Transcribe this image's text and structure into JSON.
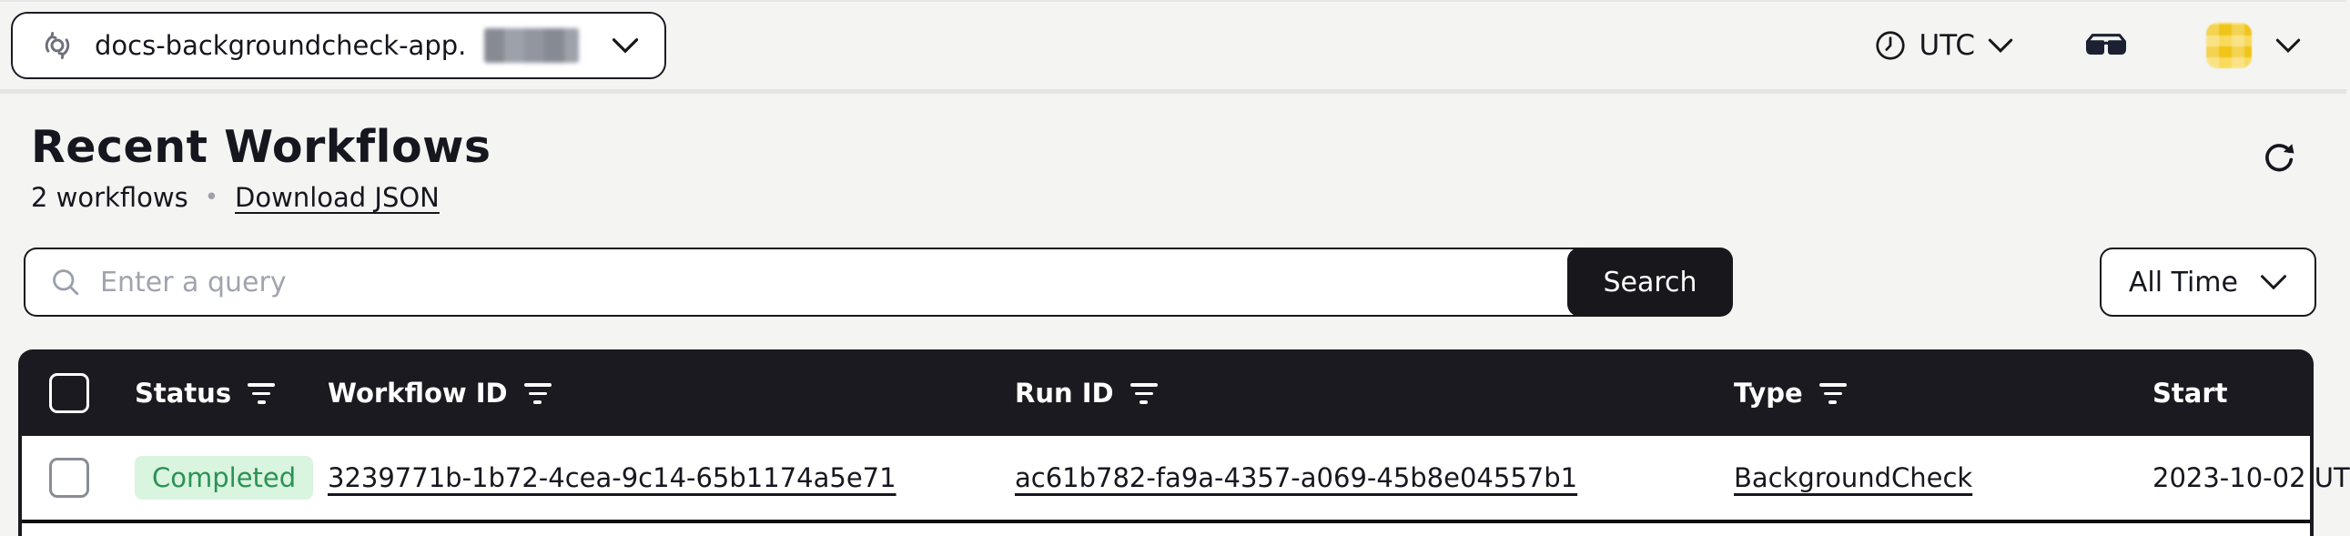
{
  "topnav": {
    "namespace_selector": {
      "label": "docs-backgroundcheck-app.",
      "suffix_redacted": true
    },
    "timezone": {
      "label": "UTC"
    }
  },
  "header": {
    "title": "Recent Workflows",
    "count_label": "2 workflows",
    "separator": "•",
    "download_link": "Download JSON"
  },
  "search": {
    "placeholder": "Enter a query",
    "value": "",
    "button_label": "Search",
    "time_filter_label": "All Time"
  },
  "table": {
    "columns": [
      {
        "label": "Status",
        "filterable": true
      },
      {
        "label": "Workflow ID",
        "filterable": true
      },
      {
        "label": "Run ID",
        "filterable": true
      },
      {
        "label": "Type",
        "filterable": true
      },
      {
        "label": "Start",
        "filterable": false
      }
    ],
    "rows": [
      {
        "status": "Completed",
        "workflow_id": "3239771b-1b72-4cea-9c14-65b1174a5e71",
        "run_id": "ac61b782-fa9a-4357-a069-45b8e04557b1",
        "type": "BackgroundCheck",
        "start": "2023-10-02 UT"
      }
    ]
  },
  "icons": {
    "namespace-sync-icon": "two circular arrows around a circle",
    "chevron-down-icon": "v chevron",
    "clock-icon": "clock face",
    "glasses-icon": "eyeglasses",
    "avatar": "yellow rounded square (blurred)",
    "refresh-icon": "clockwise circular arrow",
    "search-icon": "magnifying glass",
    "filter-icon": "three decreasing horizontal lines"
  },
  "colors": {
    "page_background": "#f4f4f3",
    "dark_primary": "#17171c",
    "table_header_bg": "#1a1a20",
    "status_completed_bg": "#d9f4df",
    "status_completed_text": "#2a9254",
    "avatar_yellow": "#f0c419",
    "placeholder_gray": "#a1a4ae"
  }
}
